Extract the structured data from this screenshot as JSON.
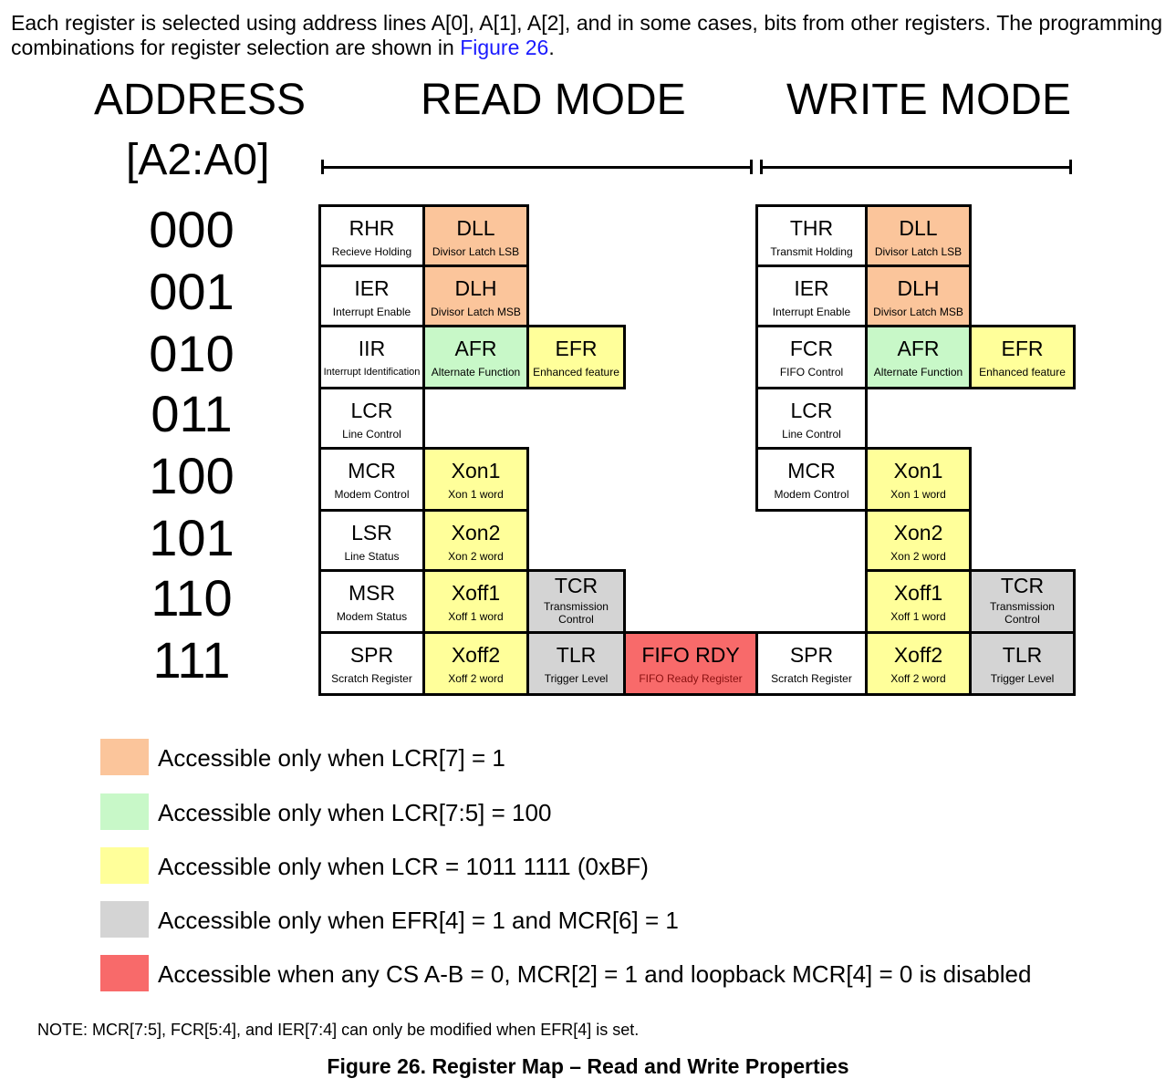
{
  "intro": {
    "text": "Each register is selected using address lines A[0], A[1], A[2], and in some cases, bits from other registers. The programming combinations for register selection are shown in ",
    "link": "Figure 26",
    "end": "."
  },
  "headers": {
    "address": "ADDRESS",
    "address_sub": "[A2:A0]",
    "read": "READ MODE",
    "write": "WRITE MODE"
  },
  "addresses": [
    "000",
    "001",
    "010",
    "011",
    "100",
    "101",
    "110",
    "111"
  ],
  "colors": {
    "always": "#ffffff",
    "lcr7": "#fbc59b",
    "lcr75": "#c8f8c8",
    "lcrbf": "#ffff9a",
    "efr_mcr": "#d4d4d4",
    "fifo": "#f86a6a"
  },
  "read_mode": [
    {
      "name": "RHR",
      "desc": "Recieve Holding",
      "access": "always"
    },
    {
      "name": "DLL",
      "desc": "Divisor Latch LSB",
      "access": "lcr7"
    },
    {
      "name": "IER",
      "desc": "Interrupt Enable",
      "access": "always"
    },
    {
      "name": "DLH",
      "desc": "Divisor Latch MSB",
      "access": "lcr7"
    },
    {
      "name": "IIR",
      "desc": "Interrupt Identification",
      "access": "always"
    },
    {
      "name": "AFR",
      "desc": "Alternate Function",
      "access": "lcr75"
    },
    {
      "name": "EFR",
      "desc": "Enhanced feature",
      "access": "lcrbf"
    },
    {
      "name": "LCR",
      "desc": "Line Control",
      "access": "always"
    },
    {
      "name": "MCR",
      "desc": "Modem Control",
      "access": "always"
    },
    {
      "name": "Xon1",
      "desc": "Xon 1 word",
      "access": "lcrbf"
    },
    {
      "name": "LSR",
      "desc": "Line Status",
      "access": "always"
    },
    {
      "name": "Xon2",
      "desc": "Xon 2 word",
      "access": "lcrbf"
    },
    {
      "name": "MSR",
      "desc": "Modem Status",
      "access": "always"
    },
    {
      "name": "Xoff1",
      "desc": "Xoff 1 word",
      "access": "lcrbf"
    },
    {
      "name": "TCR",
      "desc": "Transmission Control",
      "access": "efr_mcr"
    },
    {
      "name": "SPR",
      "desc": "Scratch Register",
      "access": "always"
    },
    {
      "name": "Xoff2",
      "desc": "Xoff 2 word",
      "access": "lcrbf"
    },
    {
      "name": "TLR",
      "desc": "Trigger Level",
      "access": "efr_mcr"
    },
    {
      "name": "FIFO RDY",
      "desc": "FIFO Ready Register",
      "access": "fifo"
    }
  ],
  "write_mode": [
    {
      "name": "THR",
      "desc": "Transmit Holding",
      "access": "always"
    },
    {
      "name": "DLL",
      "desc": "Divisor Latch LSB",
      "access": "lcr7"
    },
    {
      "name": "IER",
      "desc": "Interrupt Enable",
      "access": "always"
    },
    {
      "name": "DLH",
      "desc": "Divisor Latch MSB",
      "access": "lcr7"
    },
    {
      "name": "FCR",
      "desc": "FIFO Control",
      "access": "always"
    },
    {
      "name": "AFR",
      "desc": "Alternate Function",
      "access": "lcr75"
    },
    {
      "name": "EFR",
      "desc": "Enhanced feature",
      "access": "lcrbf"
    },
    {
      "name": "LCR",
      "desc": "Line Control",
      "access": "always"
    },
    {
      "name": "MCR",
      "desc": "Modem Control",
      "access": "always"
    },
    {
      "name": "Xon1",
      "desc": "Xon 1 word",
      "access": "lcrbf"
    },
    {
      "name": "Xon2",
      "desc": "Xon 2 word",
      "access": "lcrbf"
    },
    {
      "name": "Xoff1",
      "desc": "Xoff 1 word",
      "access": "lcrbf"
    },
    {
      "name": "TCR",
      "desc": "Transmission Control",
      "access": "efr_mcr"
    },
    {
      "name": "SPR",
      "desc": "Scratch Register",
      "access": "always"
    },
    {
      "name": "Xoff2",
      "desc": "Xoff 2 word",
      "access": "lcrbf"
    },
    {
      "name": "TLR",
      "desc": "Trigger Level",
      "access": "efr_mcr"
    }
  ],
  "legend": [
    {
      "access": "lcr7",
      "text": "Accessible only when LCR[7] = 1"
    },
    {
      "access": "lcr75",
      "text": "Accessible only when LCR[7:5] = 100"
    },
    {
      "access": "lcrbf",
      "text": "Accessible only when LCR = 1011 1111 (0xBF)"
    },
    {
      "access": "efr_mcr",
      "text": "Accessible only when EFR[4] = 1 and MCR[6] = 1"
    },
    {
      "access": "fifo",
      "text": "Accessible when any CS A-B = 0, MCR[2] = 1 and loopback MCR[4] = 0 is disabled"
    }
  ],
  "note": "NOTE:  MCR[7:5], FCR[5:4], and IER[7:4] can only be modified when EFR[4] is set.",
  "caption": "Figure 26.  Register Map – Read and Write Properties"
}
